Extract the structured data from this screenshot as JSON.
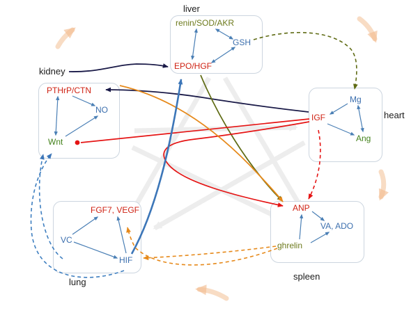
{
  "organs": {
    "liver": {
      "label": "liver",
      "nodes": {
        "renin": "renin/SOD/AKR",
        "gsh": "GSH",
        "epo": "EPO/HGF"
      }
    },
    "kidney": {
      "label": "kidney",
      "nodes": {
        "pthrp": "PTHrP/CTN",
        "no": "NO",
        "wnt": "Wnt"
      }
    },
    "heart": {
      "label": "heart",
      "nodes": {
        "mg": "Mg",
        "igf": "IGF",
        "ang": "Ang"
      }
    },
    "lung": {
      "label": "lung",
      "nodes": {
        "fgf7": "FGF7, VEGF",
        "vc": "VC",
        "hif": "HIF"
      }
    },
    "spleen": {
      "label": "spleen",
      "nodes": {
        "anp": "ANP",
        "va": "VA, ADO",
        "ghrelin": "ghrelin"
      }
    }
  },
  "colors": {
    "red_text": "#cf2213",
    "blue_text": "#3c6fae",
    "green_text": "#44821c",
    "olive_text": "#6d7a1d",
    "navy_line": "#191947",
    "olive_line": "#5f6b14",
    "red_line": "#e51414",
    "orange_line": "#e6891a",
    "blue_line": "#3c76b8",
    "peach_decor": "#f4c59c",
    "gray_star": "#ededed",
    "box_border": "#ccd5df"
  },
  "edges": [
    {
      "from": "kidney",
      "to": "liver.EPO/HGF",
      "color": "navy",
      "style": "solid"
    },
    {
      "from": "heart.IGF",
      "to": "kidney.PTHrP/CTN",
      "color": "navy",
      "style": "solid"
    },
    {
      "from": "liver.GSH",
      "to": "heart.Mg",
      "color": "olive",
      "style": "dashed"
    },
    {
      "from": "liver.EPO/HGF",
      "to": "spleen.ANP",
      "color": "olive",
      "style": "solid"
    },
    {
      "from": "heart.IGF",
      "to": "kidney.Wnt",
      "color": "red",
      "style": "solid",
      "tip": "dot"
    },
    {
      "from": "heart.IGF",
      "to": "spleen.ANP",
      "color": "red",
      "style": "solid"
    },
    {
      "from": "heart.IGF",
      "to": "spleen.ANP",
      "color": "red",
      "style": "dashed"
    },
    {
      "from": "kidney.PTHrP/CTN",
      "to": "spleen.ANP",
      "color": "orange",
      "style": "solid"
    },
    {
      "from": "lung.HIF",
      "to": "liver.EPO/HGF",
      "color": "blue",
      "style": "solid"
    },
    {
      "from": "lung.VC",
      "to": "kidney.Wnt",
      "color": "blue",
      "style": "dashed"
    },
    {
      "from": "lung.HIF",
      "to": "kidney.Wnt",
      "color": "blue",
      "style": "dashed"
    },
    {
      "from": "spleen.ghrelin",
      "to": "lung.HIF",
      "color": "orange",
      "style": "dashed"
    },
    {
      "from": "spleen.ghrelin",
      "to": "lung.FGF7, VEGF",
      "color": "orange",
      "style": "dashed"
    }
  ]
}
